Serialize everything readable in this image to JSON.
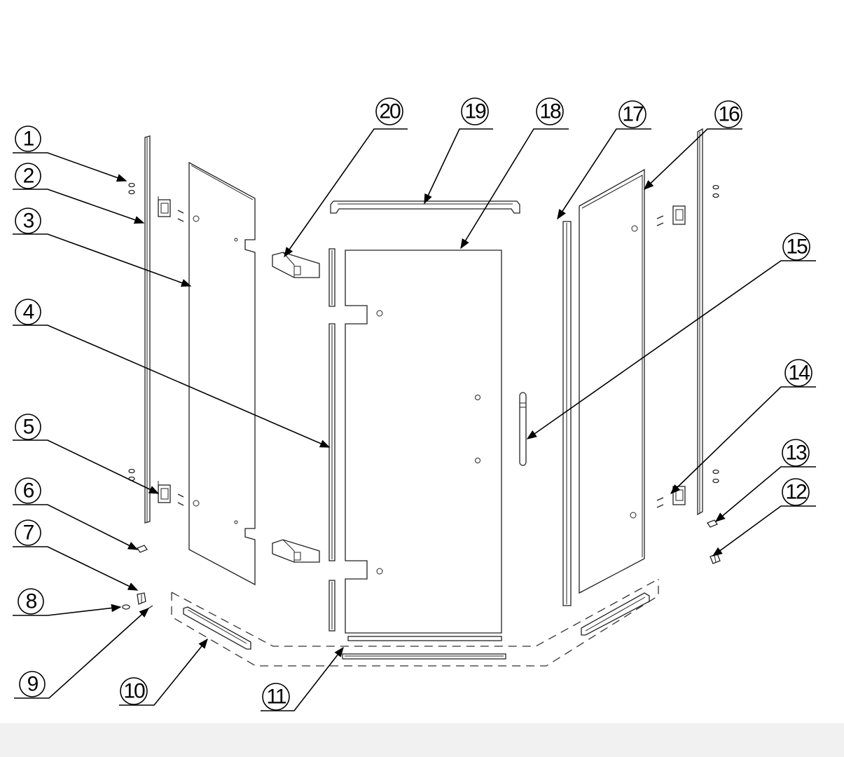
{
  "colors": {
    "background": "#ffffff",
    "ink": "#000000",
    "footer_band": "#f1f1f1"
  },
  "callouts": [
    {
      "id": "c1",
      "number": "1"
    },
    {
      "id": "c2",
      "number": "2"
    },
    {
      "id": "c3",
      "number": "3"
    },
    {
      "id": "c4",
      "number": "4"
    },
    {
      "id": "c5",
      "number": "5"
    },
    {
      "id": "c6",
      "number": "6"
    },
    {
      "id": "c7",
      "number": "7"
    },
    {
      "id": "c8",
      "number": "8"
    },
    {
      "id": "c9",
      "number": "9"
    },
    {
      "id": "c10",
      "number": "10"
    },
    {
      "id": "c11",
      "number": "11"
    },
    {
      "id": "c12",
      "number": "12"
    },
    {
      "id": "c13",
      "number": "13"
    },
    {
      "id": "c14",
      "number": "14"
    },
    {
      "id": "c15",
      "number": "15"
    },
    {
      "id": "c16",
      "number": "16"
    },
    {
      "id": "c17",
      "number": "17"
    },
    {
      "id": "c18",
      "number": "18"
    },
    {
      "id": "c19",
      "number": "19"
    },
    {
      "id": "c20",
      "number": "20"
    }
  ]
}
